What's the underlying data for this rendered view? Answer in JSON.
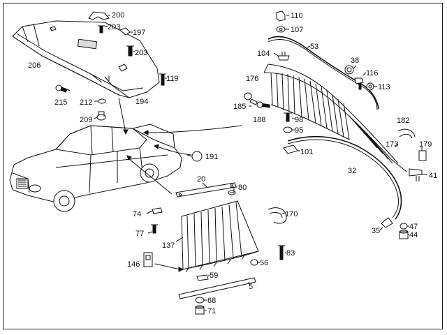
{
  "diagram": {
    "labels": {
      "l200": "200",
      "l203a": "203",
      "l197": "197",
      "l203b": "203",
      "l206": "206",
      "l119": "119",
      "l215": "215",
      "l212": "212",
      "l194": "194",
      "l209": "209",
      "l110": "110",
      "l107": "107",
      "l53": "53",
      "l104": "104",
      "l38": "38",
      "l116": "116",
      "l113": "113",
      "l176": "176",
      "l185": "185",
      "l98": "98",
      "l95": "95",
      "l188": "188",
      "l182": "182",
      "l173": "173",
      "l179": "179",
      "l101": "101",
      "l32": "32",
      "l41": "41",
      "l191": "191",
      "l20": "20",
      "l80": "80",
      "l74": "74",
      "l77": "77",
      "l137": "137",
      "l170": "170",
      "l146": "146",
      "l83": "83",
      "l56": "56",
      "l59": "59",
      "l5": "5",
      "l35": "35",
      "l47": "47",
      "l44": "44",
      "l68": "68",
      "l71": "71"
    }
  }
}
